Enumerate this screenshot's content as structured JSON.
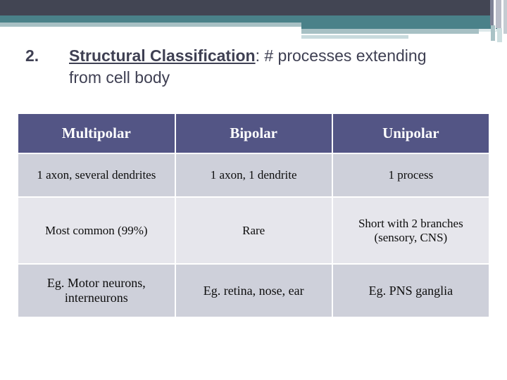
{
  "slide": {
    "banner": {
      "bar_dark_color": "#424553",
      "bar_teal_color": "#4a8189",
      "accent_light_color": "#a7c0c4",
      "accent_pale_color": "#c8dadd"
    },
    "title": {
      "number": "2.",
      "lead": "Structural Classification",
      "rest": ": # processes extending from cell body",
      "color": "#3f4053"
    },
    "table": {
      "header_bg": "#535585",
      "header_text_color": "#ffffff",
      "row_odd_bg": "#ced0da",
      "row_even_bg": "#e6e6ec",
      "columns": [
        "Multipolar",
        "Bipolar",
        "Unipolar"
      ],
      "rows": [
        [
          "1 axon, several dendrites",
          "1 axon, 1 dendrite",
          "1 process"
        ],
        [
          "Most common (99%)",
          "Rare",
          "Short with 2 branches (sensory, CNS)"
        ],
        [
          "Eg.  Motor neurons, interneurons",
          "Eg. retina, nose, ear",
          "Eg.  PNS ganglia"
        ]
      ]
    }
  }
}
